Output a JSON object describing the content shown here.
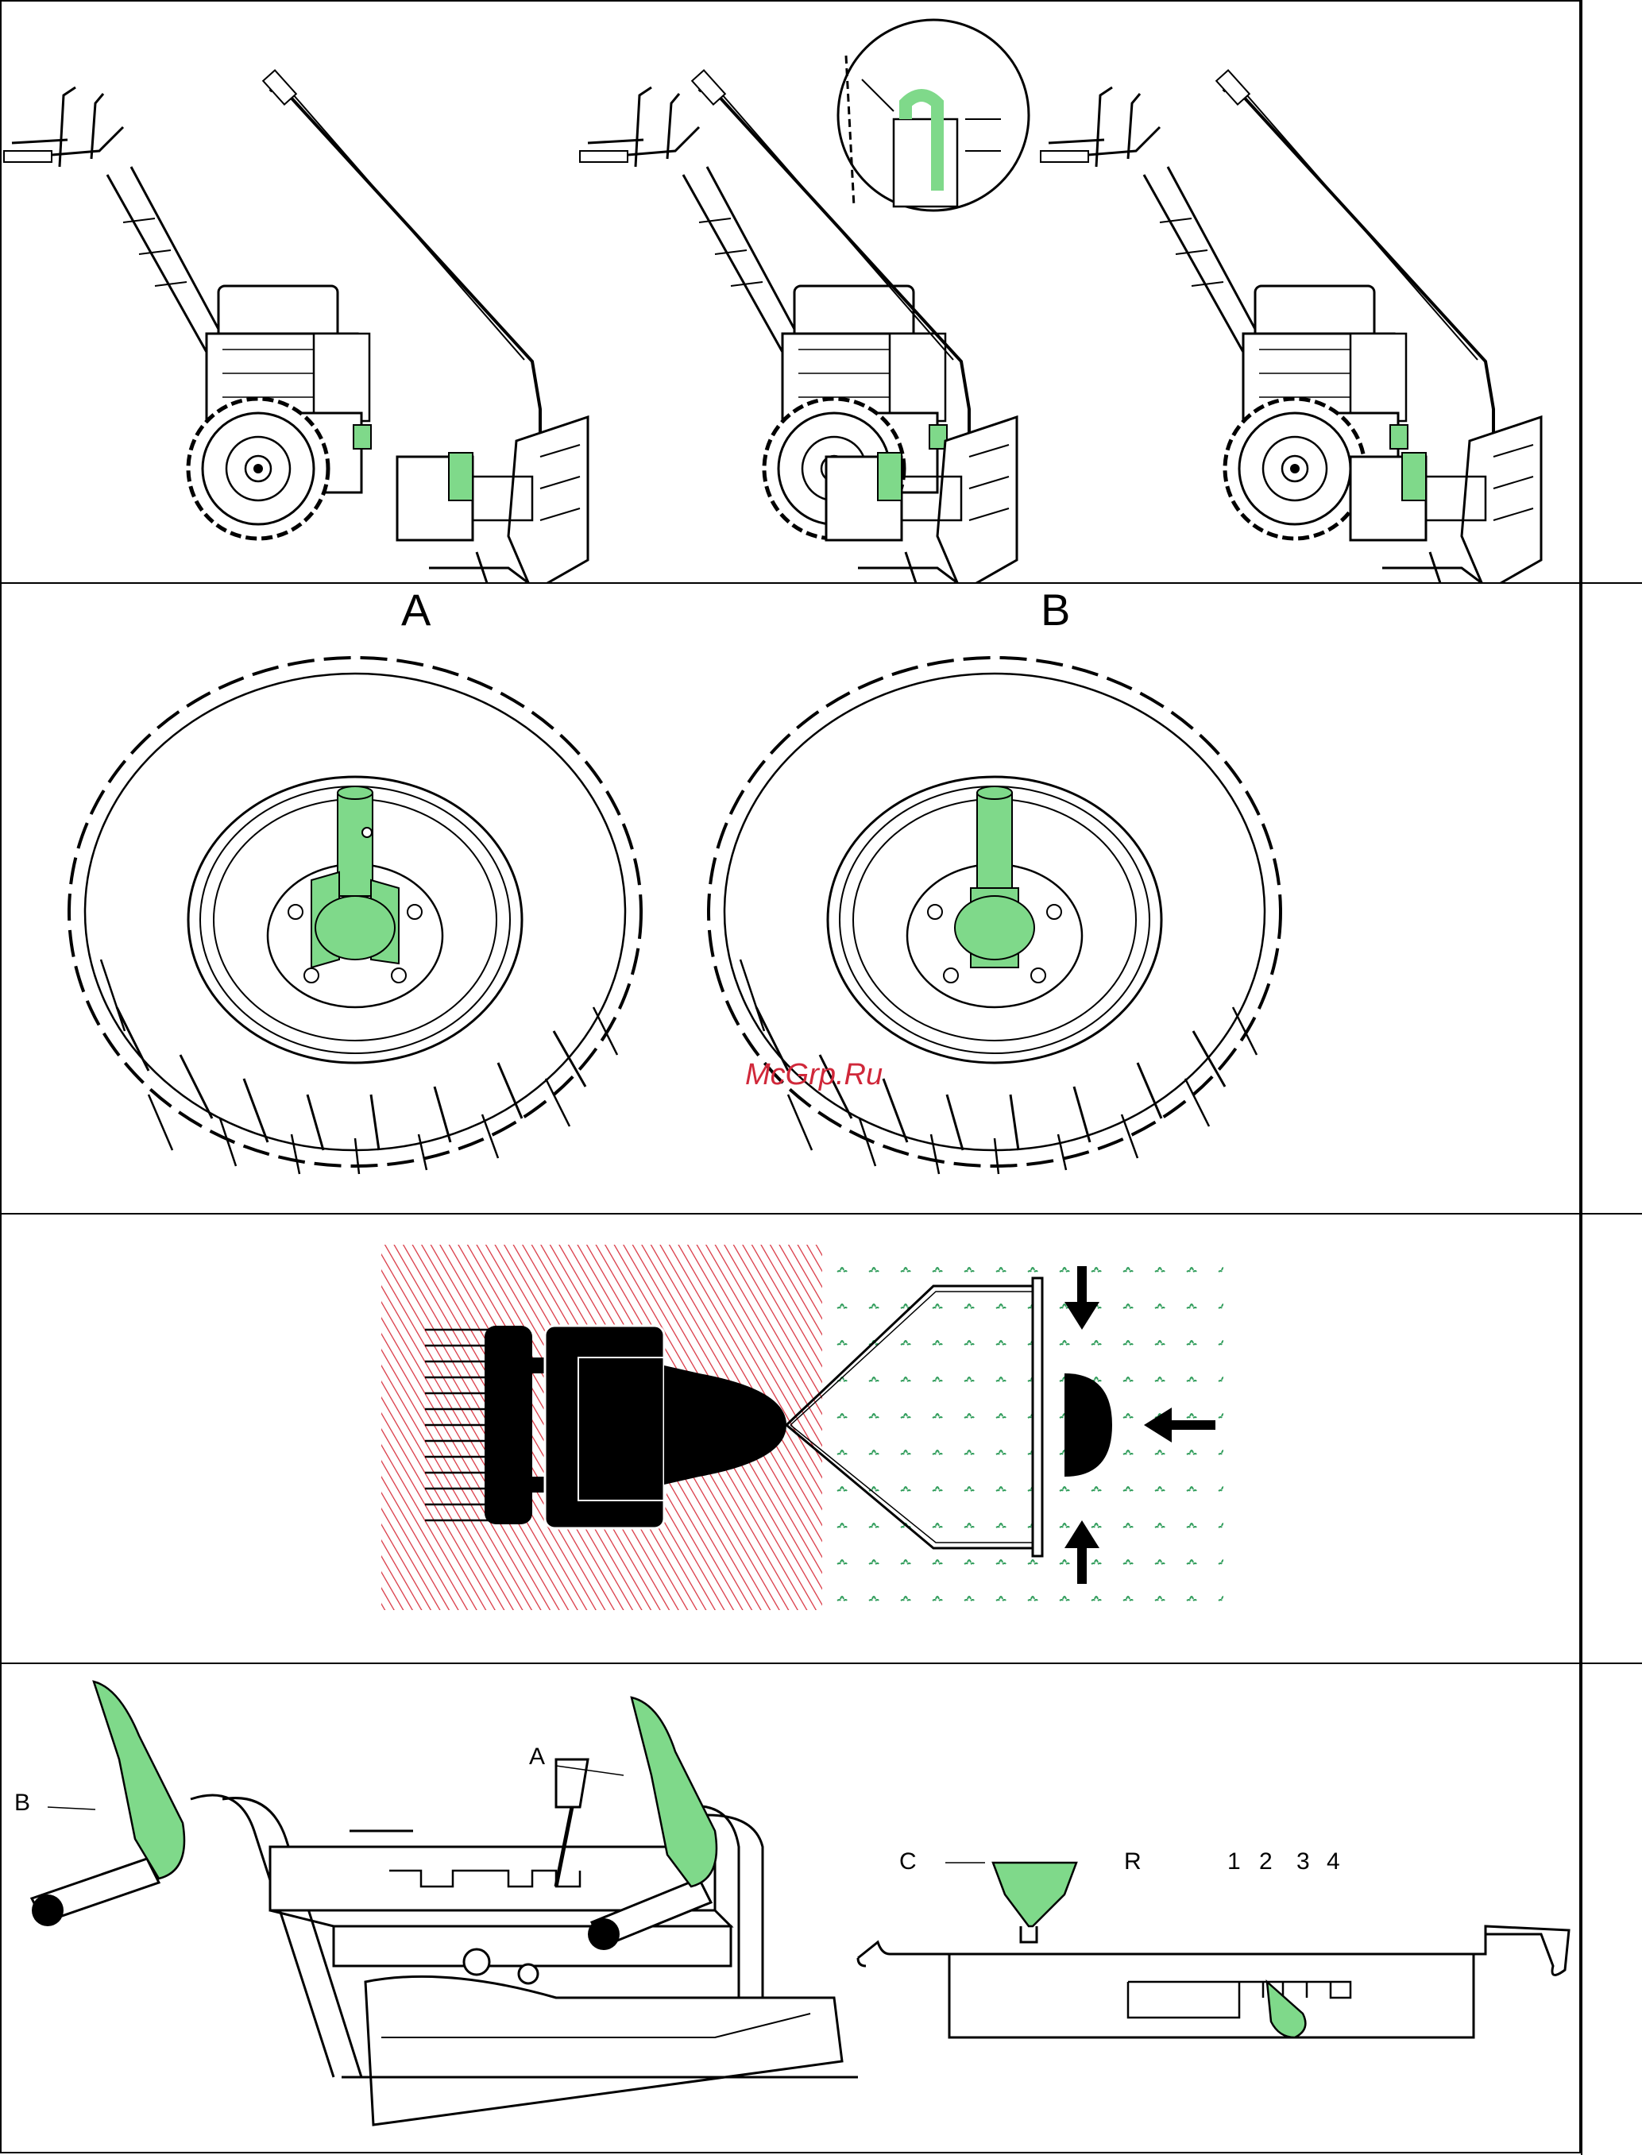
{
  "wheel_labels": {
    "a": "A",
    "b": "B"
  },
  "control_labels": {
    "b": "B",
    "a": "A",
    "c": "C",
    "r": "R",
    "g1": "1",
    "g2": "2",
    "g3": "3",
    "g4": "4"
  },
  "watermark": "McGrp.Ru",
  "colors": {
    "highlight": "#7fd98a",
    "line": "#000000",
    "hatch": "#d8333f",
    "grass": "#2f9c5a"
  }
}
